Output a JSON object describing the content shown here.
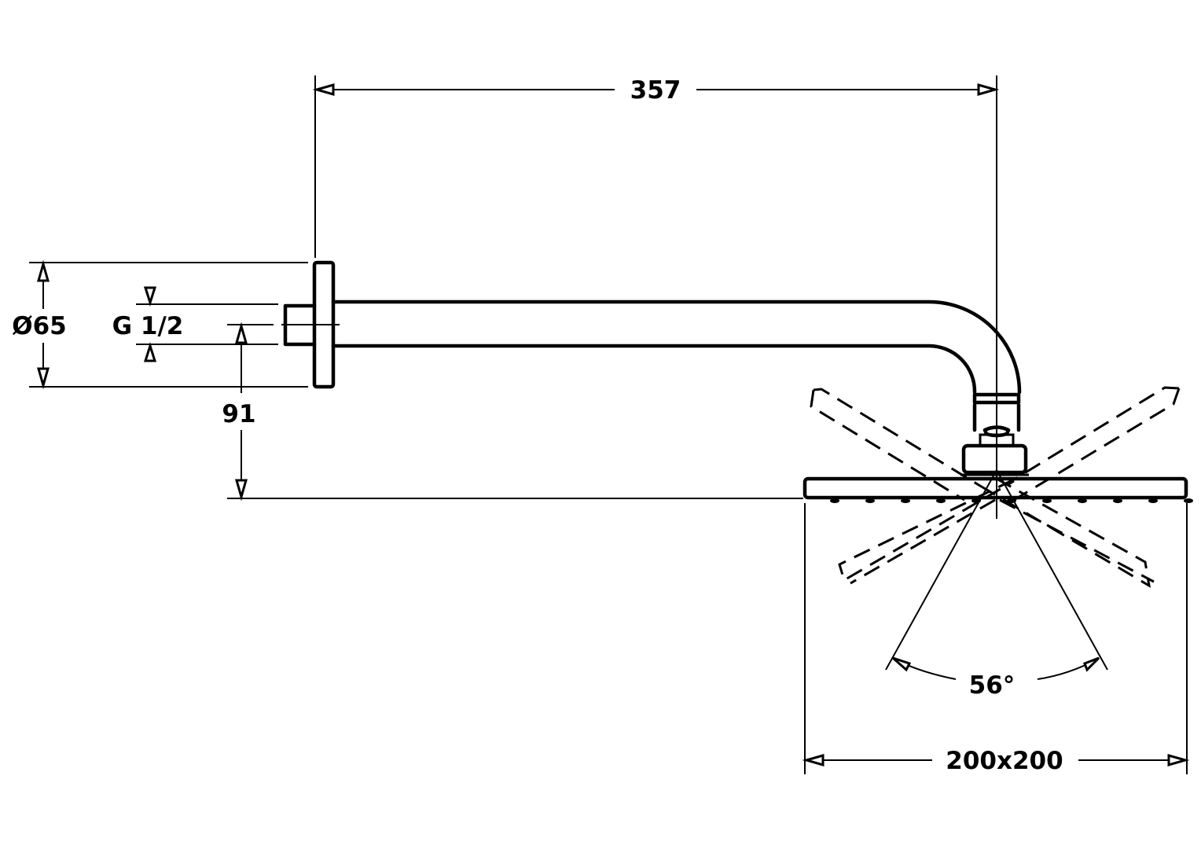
{
  "drawing": {
    "subject": "Wall-mounted shower arm with square overhead shower head",
    "dimensions": {
      "arm_projection": "357",
      "flange_diameter": "Ø65",
      "thread_size": "G 1/2",
      "drop_height": "91",
      "tilt_angle": "56°",
      "head_size": "200x200"
    },
    "stroke_color": "#000000",
    "background_color": "#ffffff"
  }
}
